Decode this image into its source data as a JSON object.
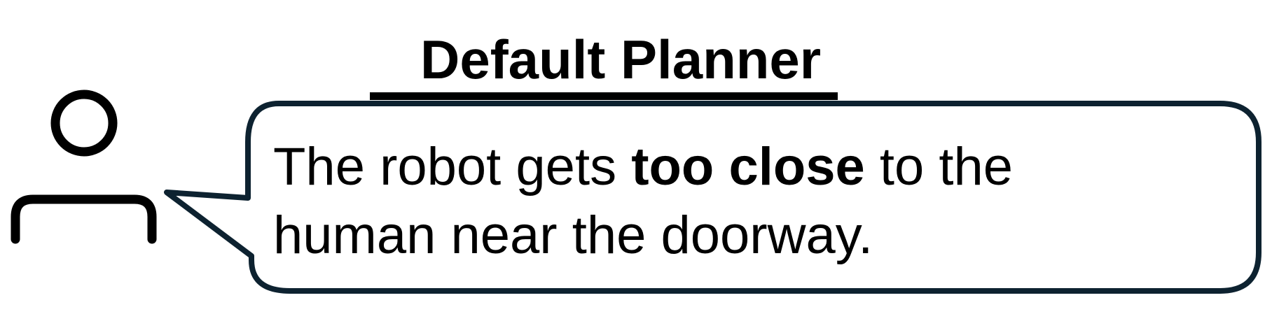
{
  "title": "Default Planner",
  "speech": {
    "text_before": "The robot gets ",
    "emphasis": "too close",
    "text_after": " to the human near the doorway."
  },
  "icons": {
    "person": "person-icon"
  },
  "colors": {
    "bubble_border": "#0d2230",
    "text": "#000000",
    "background": "#ffffff"
  }
}
